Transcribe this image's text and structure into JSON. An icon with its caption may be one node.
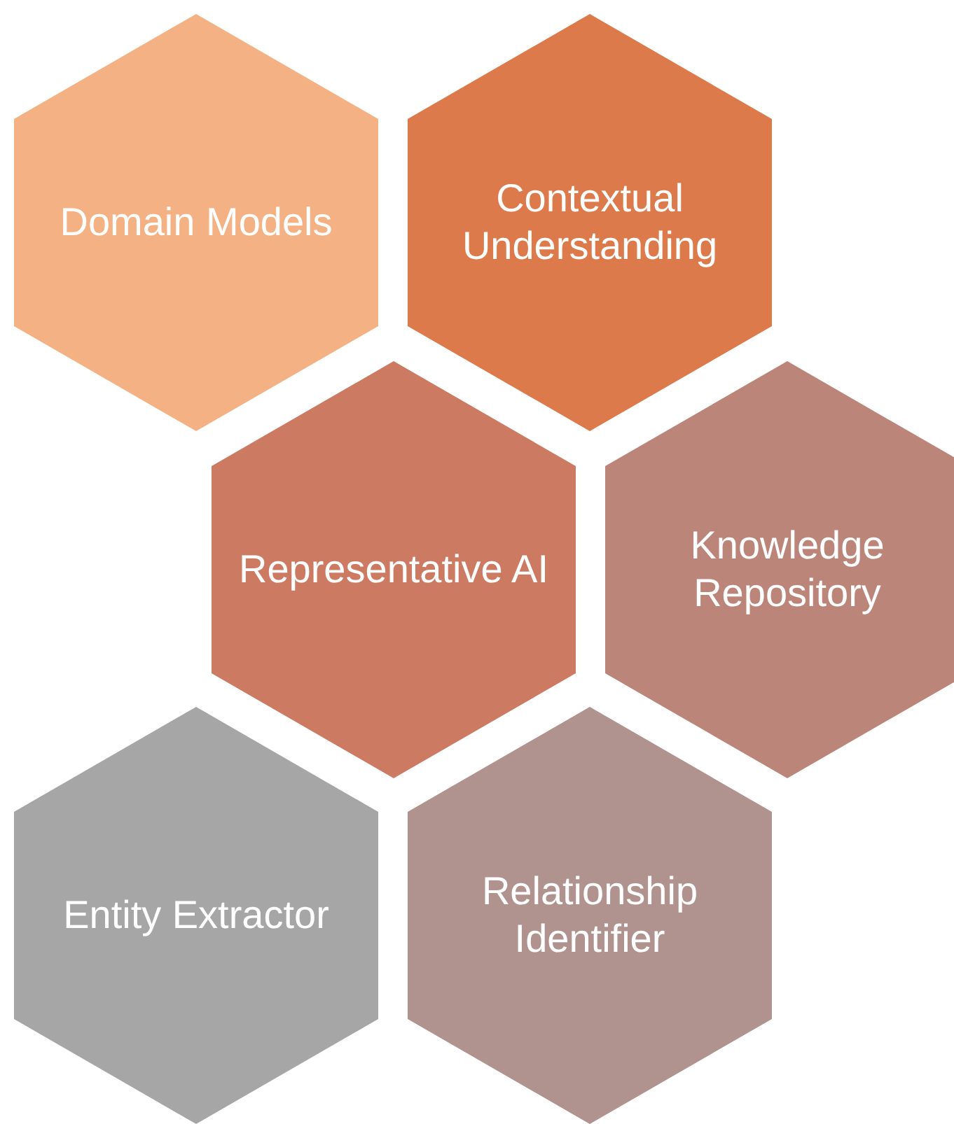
{
  "diagram": {
    "nodes": [
      {
        "text": [
          "Domain Models"
        ]
      },
      {
        "text": [
          "Contextual Understanding"
        ]
      },
      {
        "text": [
          "Representative AI"
        ]
      },
      {
        "text": [
          "Knowledge Repository"
        ]
      },
      {
        "text": [
          "Entity Extractor"
        ]
      },
      {
        "text": [
          "Relationship Identifier"
        ]
      }
    ],
    "edges": []
  }
}
